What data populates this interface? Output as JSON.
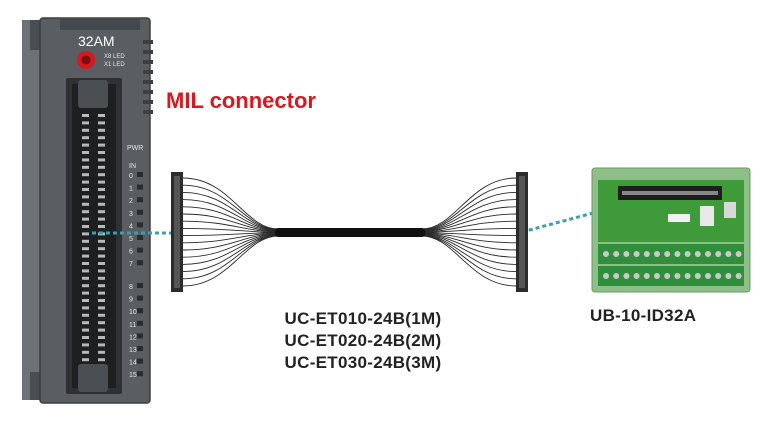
{
  "module": {
    "model": "32AM",
    "led_labels": [
      "X8 LED",
      "X1 LED"
    ],
    "pwr_label": "PWR",
    "in_label": "IN",
    "channel_numbers_top": [
      "0",
      "1",
      "2",
      "3",
      "4",
      "5",
      "6",
      "7"
    ],
    "channel_numbers_bottom": [
      "8",
      "9",
      "10",
      "11",
      "12",
      "13",
      "14",
      "15"
    ],
    "colors": {
      "body": "#5a5d61",
      "body_dark": "#3b3e42",
      "accent": "#d7191f"
    }
  },
  "connector_label": "MIL connector",
  "cable": {
    "models": [
      "UC-ET010-24B(1M)",
      "UC-ET020-24B(2M)",
      "UC-ET030-24B(3M)"
    ]
  },
  "terminal_board": {
    "model": "UB-10-ID32A",
    "colors": {
      "pcb": "#3f9a3a",
      "terminal": "#2f8f3a",
      "rail": "#7fb27a"
    }
  },
  "link_color": "#3a9fb5"
}
